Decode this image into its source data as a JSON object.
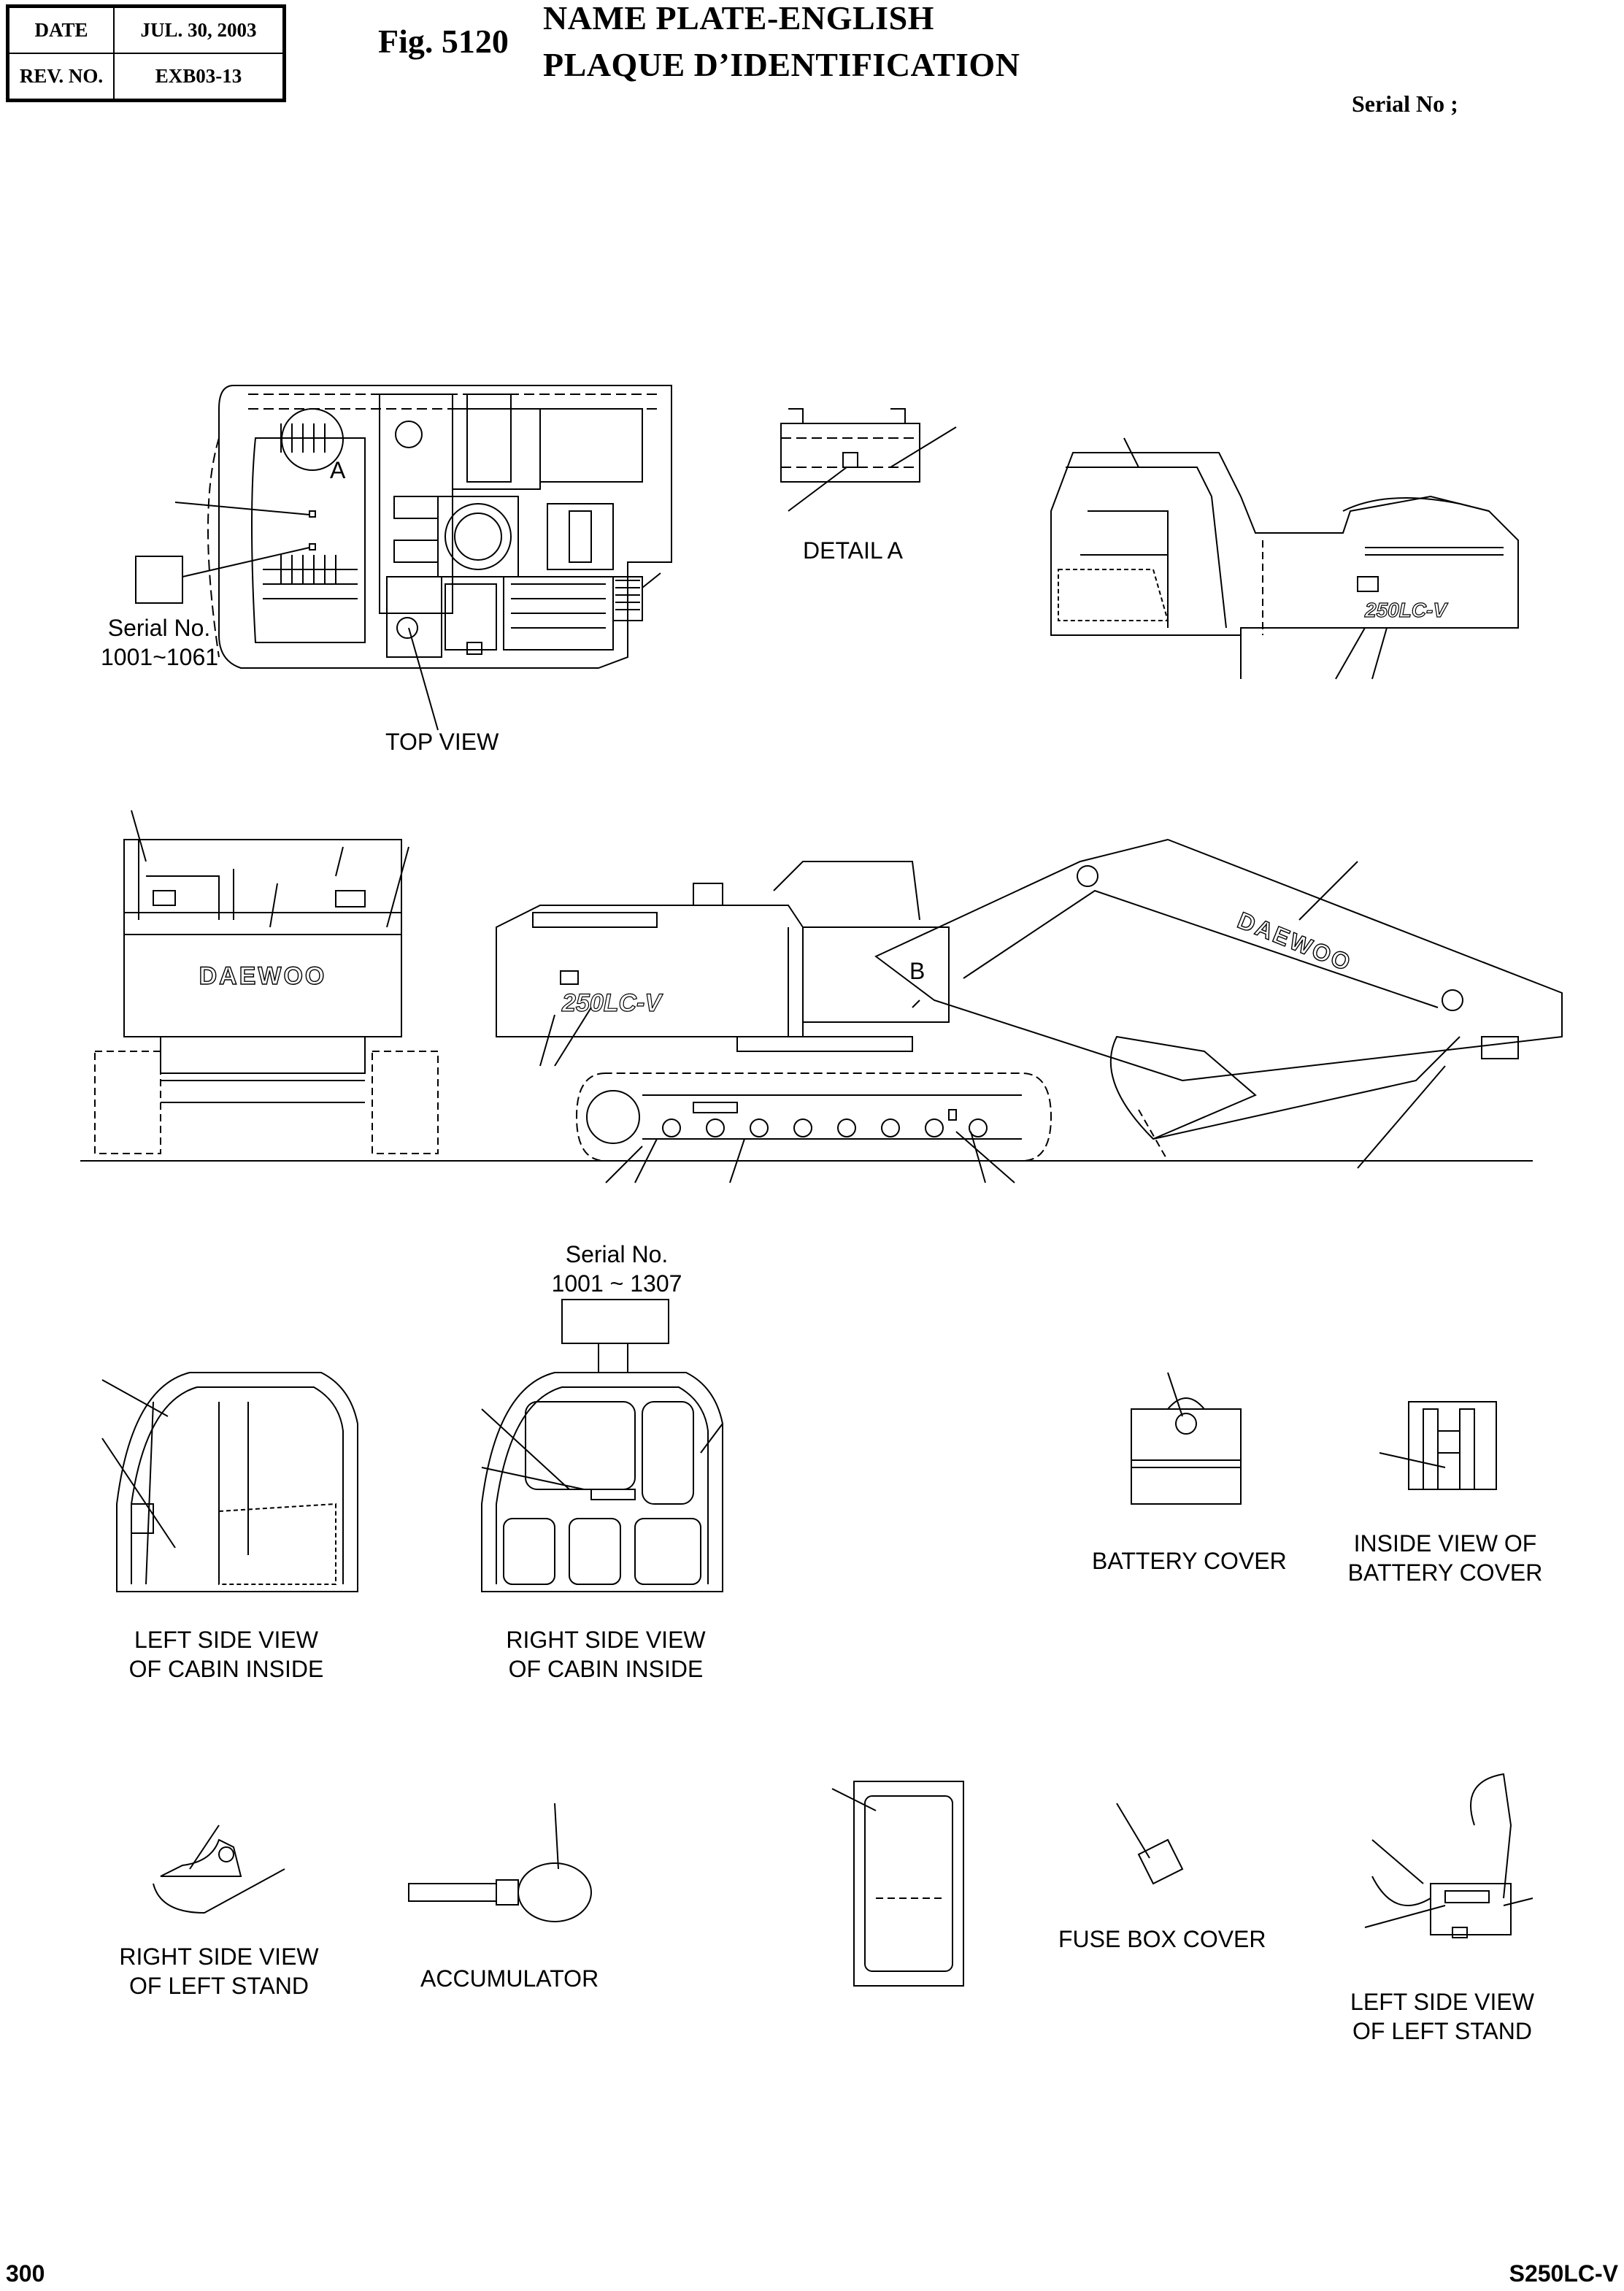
{
  "header": {
    "date_label": "DATE",
    "date_value": "JUL. 30, 2003",
    "rev_label": "REV. NO.",
    "rev_value": "EXB03-13"
  },
  "figure": {
    "number": "Fig. 5120",
    "title_en": "NAME PLATE-ENGLISH",
    "title_fr": "PLAQUE D’IDENTIFICATION",
    "serial_label": "Serial No ;"
  },
  "labels": {
    "serial_top_view": "Serial No.",
    "serial_top_view_range": "1001~1061",
    "top_view": "TOP VIEW",
    "detail_a": "DETAIL A",
    "callout_a": "A",
    "callout_b": "B",
    "serial_cabin": "Serial No.",
    "serial_cabin_range": "1001 ~ 1307",
    "left_cabin_1": "LEFT SIDE VIEW",
    "left_cabin_2": "OF CABIN INSIDE",
    "right_cabin_1": "RIGHT SIDE VIEW",
    "right_cabin_2": "OF CABIN INSIDE",
    "battery_cover": "BATTERY COVER",
    "inside_battery_1": "INSIDE VIEW OF",
    "inside_battery_2": "BATTERY COVER",
    "right_stand_1": "RIGHT SIDE VIEW",
    "right_stand_2": "OF LEFT STAND",
    "accumulator": "ACCUMULATOR",
    "fuse_box_cover": "FUSE BOX COVER",
    "left_stand_1": "LEFT SIDE VIEW",
    "left_stand_2": "OF LEFT STAND"
  },
  "decals": {
    "brand": "DAEWOO",
    "model": "250LC-V"
  },
  "footer": {
    "page_number": "300",
    "model_code": "S250LC-V"
  }
}
